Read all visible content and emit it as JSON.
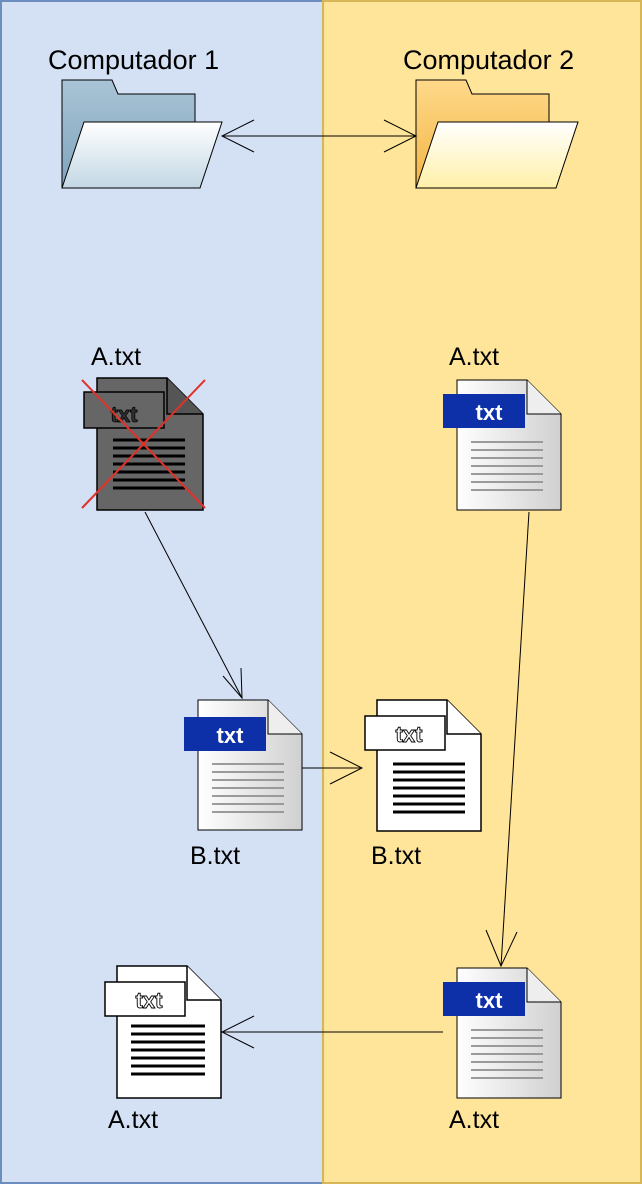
{
  "panels": {
    "left": {
      "title": "Computador 1",
      "fill": "#d4e1f5",
      "stroke": "#6c8ebf"
    },
    "right": {
      "title": "Computador 2",
      "fill": "#ffe599",
      "stroke": "#d6b656"
    }
  },
  "files": {
    "c1_a_deleted": {
      "name": "A.txt",
      "badge": "txt",
      "state": "deleted"
    },
    "c2_a_top": {
      "name": "A.txt",
      "badge": "txt",
      "style": "blue"
    },
    "c1_b": {
      "name": "B.txt",
      "badge": "txt",
      "style": "blue"
    },
    "c2_b": {
      "name": "B.txt",
      "badge": "txt",
      "style": "mono"
    },
    "c1_a_bottom": {
      "name": "A.txt",
      "badge": "txt",
      "style": "mono"
    },
    "c2_a_bottom": {
      "name": "A.txt",
      "badge": "txt",
      "style": "blue"
    }
  },
  "icons": {
    "folder_1": "folder-icon",
    "folder_2": "folder-icon",
    "deleted_mark": "red-x-icon"
  },
  "colors": {
    "badge_blue": "#0d2fa8",
    "deleted_gray": "#666666",
    "delete_cross": "#e0322b"
  }
}
